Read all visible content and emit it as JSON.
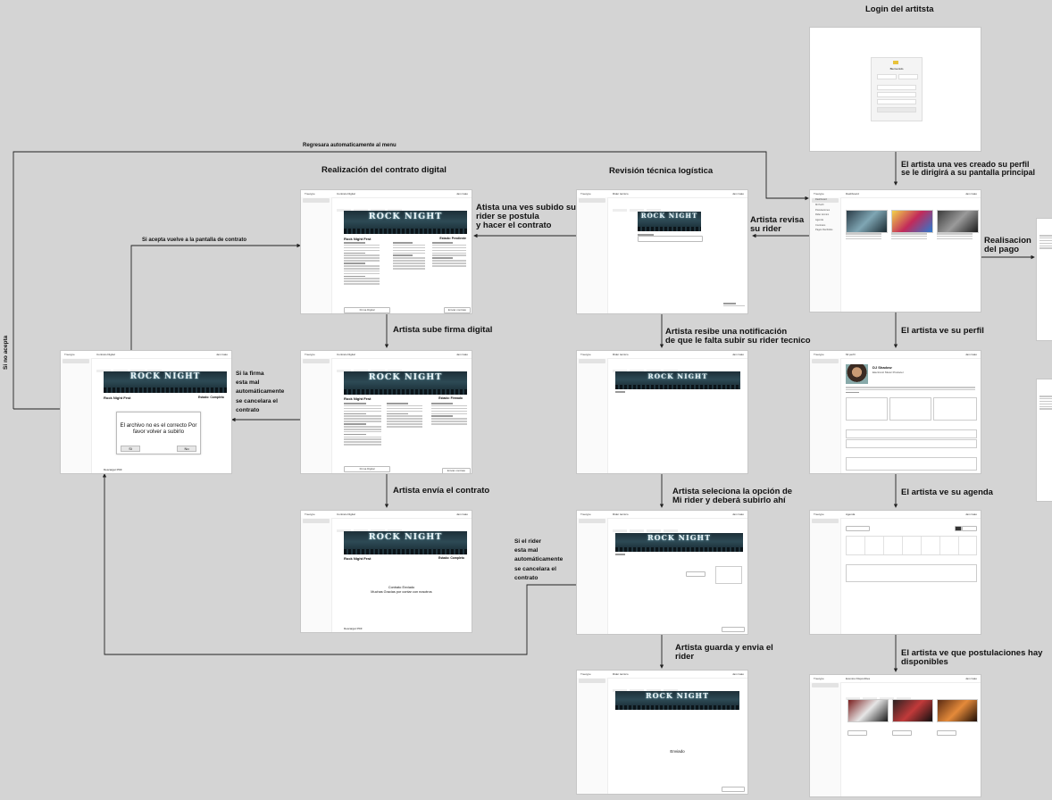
{
  "labels": {
    "login_title": "Login del artitsta",
    "perfil_creado": "El artista una ves creado su perfil\nse le dirigirá a su pantalla principal",
    "realizacion_pago": "Realisacion\ndel pago",
    "artista_revisa": "Artista revisa\nsu rider",
    "revision_tecnica": "Revisión técnica logística",
    "realizacion_contrato": "Realización del contrato digital",
    "atista_subido": "Atista una ves subido su\nrider se postula\ny hacer el contrato",
    "regresara": "Regresara automaticamente al menu",
    "si_acepta": "Si acepta vuelve a la pantalla de contrato",
    "si_no_acepta": "Si no acepta",
    "sube_firma": "Artista sube firma digital",
    "notificacion": "Artista resibe una notificación\nde que le falta subir su rider tecnico",
    "ve_perfil": "El artista ve su perfil",
    "si_firma_mal": "Si la firma\nesta mal\nautomáticamente\nse cancelara el\ncontrato",
    "envia_contrato": "Artista envía el contrato",
    "selecciona_rider": "Artista seleciona la opción de\nMi rider  y deberá subirlo ahí",
    "ve_agenda": "El artista ve su agenda",
    "si_rider_mal": "Si el rider\nesta mal\nautomáticamente\nse cancelara el\ncontrato",
    "guarda_envia": "Artista  guarda y envia  el\nrider",
    "postulaciones": "El artista ve que postulaciones hay\ndisponibles"
  },
  "screens": {
    "brand": "Treetype",
    "user": "Jam Gato",
    "page_contrato": "Contrato Digital",
    "page_rider": "Rider técnico",
    "page_home": "Dashboard",
    "page_perfil": "Mi perfil",
    "page_agenda": "Agenda",
    "page_postulaciones": "Eventos Disponibles",
    "event_title": "Rock Night Fest",
    "banner_text": "ROCK\nNIGHT",
    "state_pendiente": "Estado: Pendiente",
    "state_firmado": "Estado: Firmado",
    "state_completo": "Estado: Completo",
    "firma_btn": "Firma Digital",
    "enviar_btn": "Enviar contrato",
    "descargar": "Descargar PDF",
    "dialog_msg": "El archivo no es el correcto\nPor favor volver a subirlo",
    "dialog_si": "Si",
    "dialog_no": "No",
    "contrato_enviado": "Contrato Enviado\nMuchas Gracias por contar  con nosotros",
    "enviado": "Enviado",
    "perfil_name": "DJ Shadow",
    "perfil_role": "Electronic Music Producer",
    "login_heading": "Bienvenido",
    "sidebar_items": [
      "Dashboard",
      "Mi Perfil",
      "Postulaciones",
      "Rider técnico",
      "Agenda",
      "Contratos",
      "Pagos Recibidos"
    ]
  },
  "colors": {
    "background": "#d4d4d4",
    "frame": "#ffffff",
    "line": "#222222"
  }
}
